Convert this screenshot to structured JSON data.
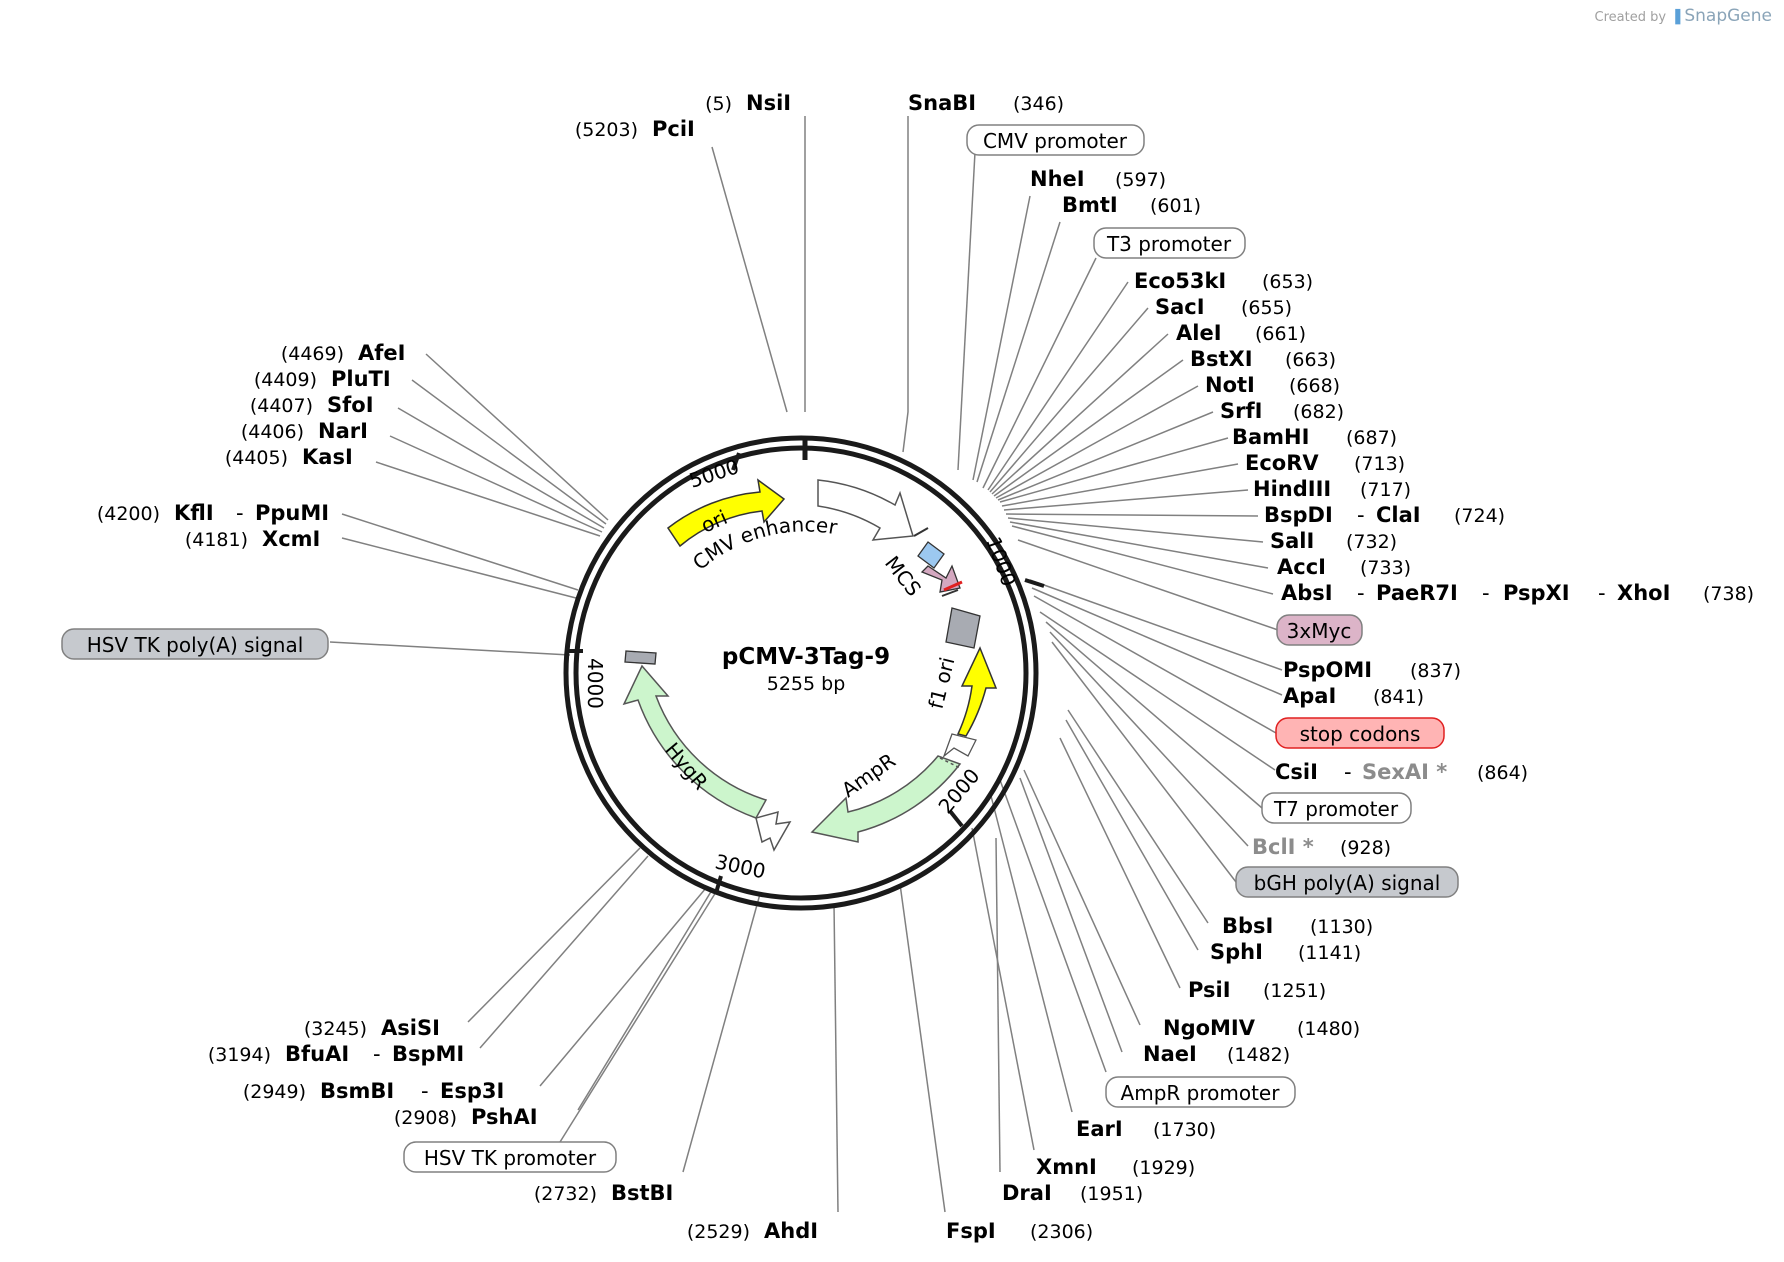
{
  "credit": {
    "prefix": "Created by",
    "brand": "SnapGene"
  },
  "plasmid": {
    "name": "pCMV-3Tag-9",
    "length": "5255 bp"
  },
  "ticks": [
    "1000",
    "2000",
    "3000",
    "4000",
    "5000"
  ],
  "features": {
    "ori": "ori",
    "cmv_enhancer": "CMV enhancer",
    "mcs": "MCS",
    "f1_ori": "f1 ori",
    "ampr": "AmpR",
    "hygr": "HygR"
  },
  "boxes": {
    "cmv_promoter": "CMV promoter",
    "t3_promoter": "T3 promoter",
    "myc": "3xMyc",
    "stop_codons": "stop codons",
    "t7_promoter": "T7 promoter",
    "bgh_polya": "bGH poly(A) signal",
    "ampr_promoter": "AmpR promoter",
    "hsv_tk_promoter": "HSV TK promoter",
    "hsv_tk_polya": "HSV TK poly(A) signal"
  },
  "sites": {
    "nsii": {
      "name": "NsiI",
      "pos": "(5)"
    },
    "pcii": {
      "name": "PciI",
      "pos": "(5203)"
    },
    "snabi": {
      "name": "SnaBI",
      "pos": "(346)"
    },
    "nhei": {
      "name": "NheI",
      "pos": "(597)"
    },
    "bmti": {
      "name": "BmtI",
      "pos": "(601)"
    },
    "eco53ki": {
      "name": "Eco53kI",
      "pos": "(653)"
    },
    "saci": {
      "name": "SacI",
      "pos": "(655)"
    },
    "alei": {
      "name": "AleI",
      "pos": "(661)"
    },
    "bstxi": {
      "name": "BstXI",
      "pos": "(663)"
    },
    "noti": {
      "name": "NotI",
      "pos": "(668)"
    },
    "srfi": {
      "name": "SrfI",
      "pos": "(682)"
    },
    "bamhi": {
      "name": "BamHI",
      "pos": "(687)"
    },
    "ecorv": {
      "name": "EcoRV",
      "pos": "(713)"
    },
    "hindiii": {
      "name": "HindIII",
      "pos": "(717)"
    },
    "bspdi": {
      "name": "BspDI",
      "name2": "ClaI",
      "pos": "(724)"
    },
    "sali": {
      "name": "SalI",
      "pos": "(732)"
    },
    "acci": {
      "name": "AccI",
      "pos": "(733)"
    },
    "absi": {
      "name": "AbsI",
      "name2": "PaeR7I",
      "name3": "PspXI",
      "name4": "XhoI",
      "pos": "(738)"
    },
    "pspomi": {
      "name": "PspOMI",
      "pos": "(837)"
    },
    "apai": {
      "name": "ApaI",
      "pos": "(841)"
    },
    "csii": {
      "name": "CsiI",
      "name2": "SexAI *",
      "pos": "(864)"
    },
    "bcli": {
      "name": "BclI *",
      "pos": "(928)"
    },
    "bbsi": {
      "name": "BbsI",
      "pos": "(1130)"
    },
    "sphi": {
      "name": "SphI",
      "pos": "(1141)"
    },
    "psii": {
      "name": "PsiI",
      "pos": "(1251)"
    },
    "ngomiv": {
      "name": "NgoMIV",
      "pos": "(1480)"
    },
    "naei": {
      "name": "NaeI",
      "pos": "(1482)"
    },
    "eari": {
      "name": "EarI",
      "pos": "(1730)"
    },
    "xmni": {
      "name": "XmnI",
      "pos": "(1929)"
    },
    "drai": {
      "name": "DraI",
      "pos": "(1951)"
    },
    "fspi": {
      "name": "FspI",
      "pos": "(2306)"
    },
    "ahdi": {
      "name": "AhdI",
      "pos": "(2529)"
    },
    "bstbi": {
      "name": "BstBI",
      "pos": "(2732)"
    },
    "pshai": {
      "name": "PshAI",
      "pos": "(2908)"
    },
    "bsmbi": {
      "name": "BsmBI",
      "name2": "Esp3I",
      "pos": "(2949)"
    },
    "bfuai": {
      "name": "BfuAI",
      "name2": "BspMI",
      "pos": "(3194)"
    },
    "asisi": {
      "name": "AsiSI",
      "pos": "(3245)"
    },
    "xcmi": {
      "name": "XcmI",
      "pos": "(4181)"
    },
    "kfli": {
      "name": "KflI",
      "name2": "PpuMI",
      "pos": "(4200)"
    },
    "kasi": {
      "name": "KasI",
      "pos": "(4405)"
    },
    "nari": {
      "name": "NarI",
      "pos": "(4406)"
    },
    "sfoi": {
      "name": "SfoI",
      "pos": "(4407)"
    },
    "pluti": {
      "name": "PluTI",
      "pos": "(4409)"
    },
    "afei": {
      "name": "AfeI",
      "pos": "(4469)"
    }
  },
  "colors": {
    "ori": "#ffff00",
    "f1_ori": "#ffff00",
    "resistance": "#ccf5cc",
    "promoter_box": "#ffffff",
    "polya_box": "#c6c9ce",
    "myc_box": "#dcb4c8",
    "stop_box": "#ffb4b4",
    "stop_stroke": "#e02020"
  }
}
